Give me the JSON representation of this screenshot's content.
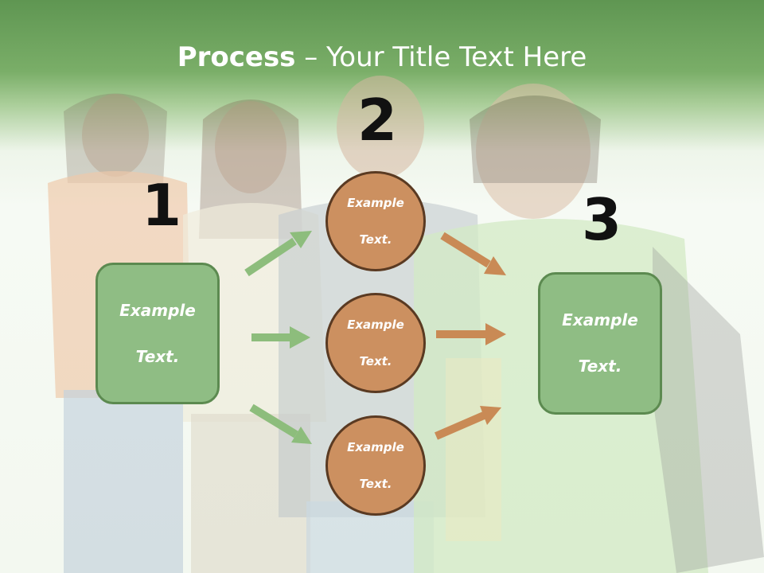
{
  "slide": {
    "title_bold": "Process",
    "title_rest": " – Your Title Text Here",
    "step_numbers": [
      "1",
      "2",
      "3"
    ],
    "left_box": {
      "line1": "Example",
      "line2": "Text."
    },
    "right_box": {
      "line1": "Example",
      "line2": "Text."
    },
    "circles": [
      {
        "line1": "Example",
        "line2": "Text."
      },
      {
        "line1": "Example",
        "line2": "Text."
      },
      {
        "line1": "Example",
        "line2": "Text."
      }
    ]
  },
  "colors": {
    "header_green": "#6aa35b",
    "box_green": "#8fbd84",
    "circle_brown": "#cc9060",
    "arrow_green": "#8dbd7c",
    "arrow_orange": "#c98a55"
  }
}
